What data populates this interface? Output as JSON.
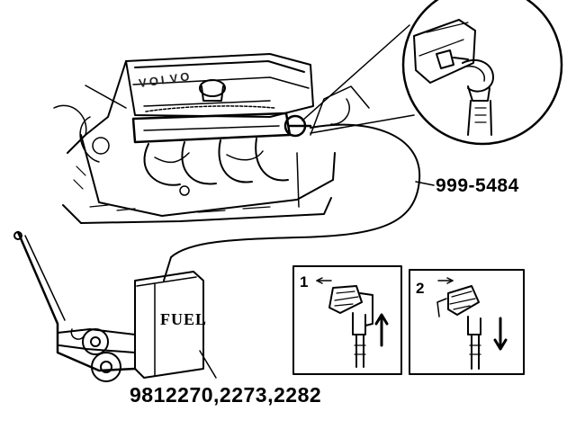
{
  "labels": {
    "main_part_number": "999-5484",
    "tank_part_numbers": "9812270,2273,2282",
    "step_one": "1",
    "step_two": "2",
    "tank_marking": "FUEL",
    "engine_brand": "VOLVO"
  },
  "icons": {
    "engine": "engine-block-icon",
    "fuel_tank": "fuel-tank-icon",
    "detail_connector": "quick-connector-magnifier-icon",
    "arrow_up": "arrow-up-icon",
    "arrow_down": "arrow-down-icon"
  },
  "colors": {
    "ink": "#000000",
    "paper": "#ffffff"
  }
}
